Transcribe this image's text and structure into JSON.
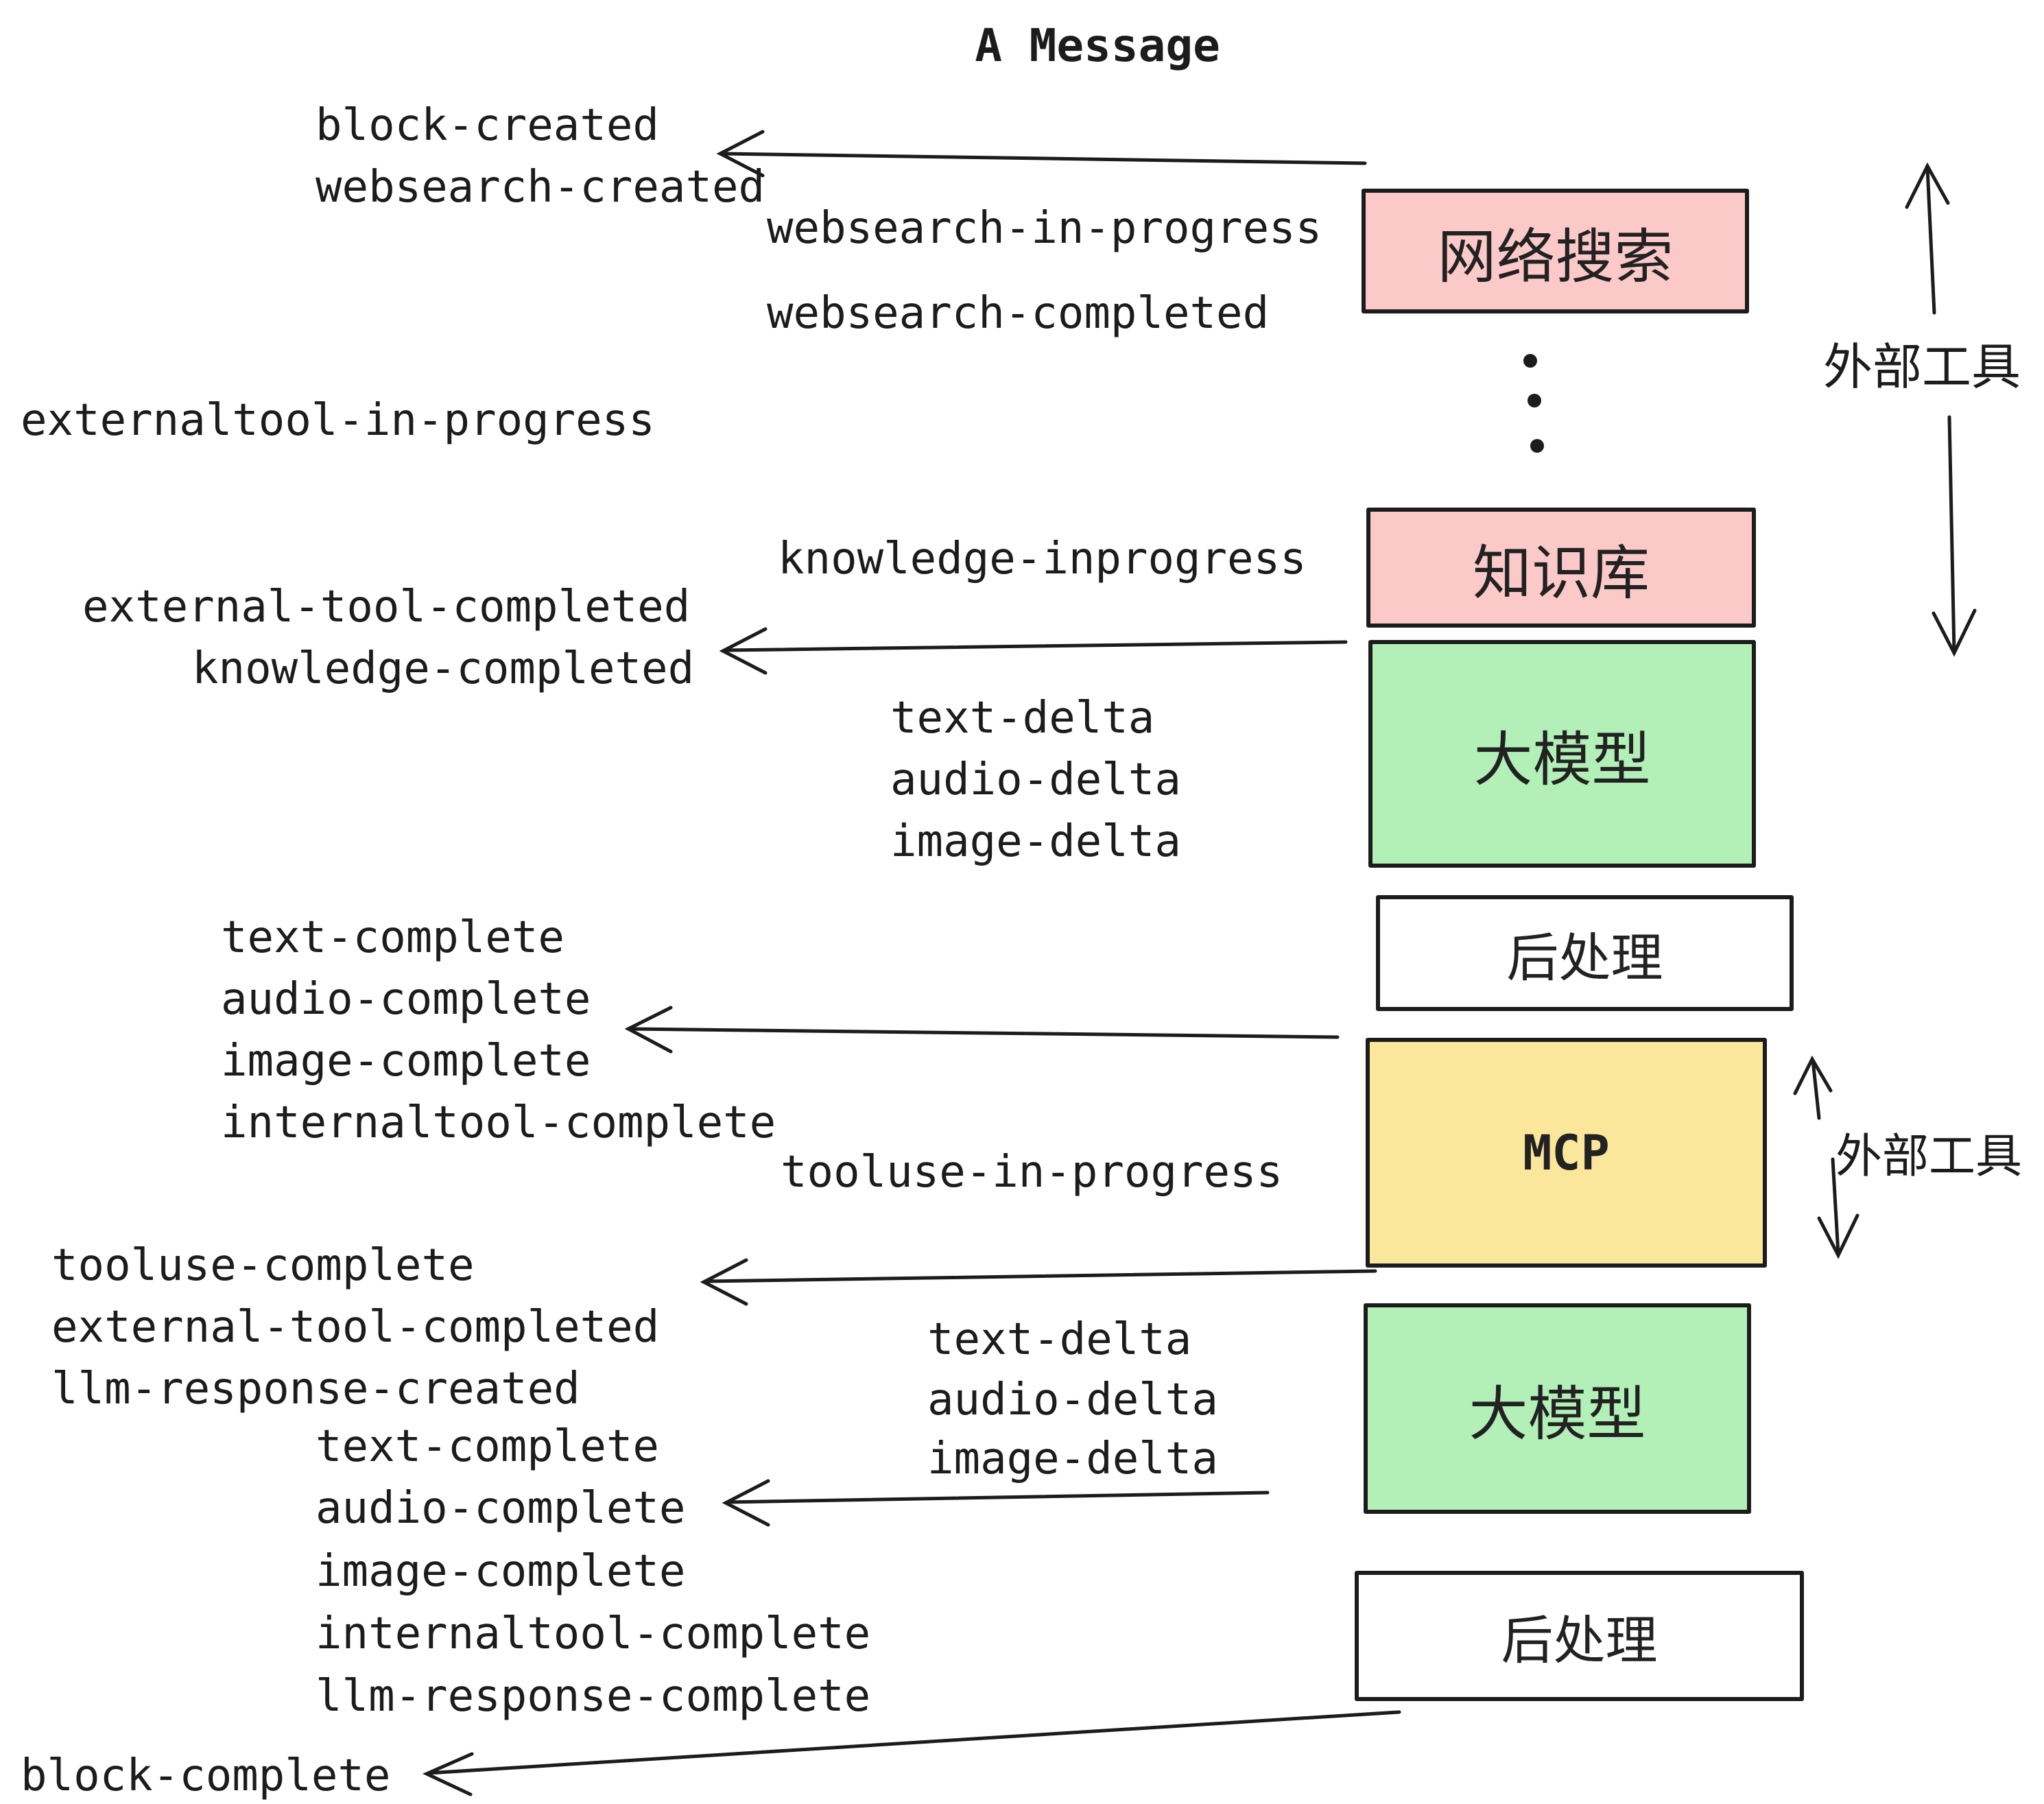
{
  "title": "A Message",
  "colors": {
    "ink": "#1c1c1c",
    "pink": "#FCC9C9",
    "green": "#B2F0B8",
    "yellow": "#FBE79B",
    "white": "#FFFFFF"
  },
  "boxes": [
    {
      "id": "websearch",
      "label": "网络搜索",
      "color": "#FCC9C9"
    },
    {
      "id": "knowledge",
      "label": "知识库",
      "color": "#FCC9C9"
    },
    {
      "id": "llm-1",
      "label": "大模型",
      "color": "#B2F0B8"
    },
    {
      "id": "postprocess-1",
      "label": "后处理",
      "color": "#FFFFFF"
    },
    {
      "id": "mcp",
      "label": "MCP",
      "color": "#FBE79B"
    },
    {
      "id": "llm-2",
      "label": "大模型",
      "color": "#B2F0B8"
    },
    {
      "id": "postprocess-2",
      "label": "后处理",
      "color": "#FFFFFF"
    }
  ],
  "side_labels": {
    "external_tools_top": "外部工具",
    "external_tools_mid": "外部工具"
  },
  "events": [
    {
      "text": "block-created"
    },
    {
      "text": "websearch-created"
    },
    {
      "text": "websearch-in-progress"
    },
    {
      "text": "websearch-completed"
    },
    {
      "text": "externaltool-in-progress"
    },
    {
      "text": "knowledge-inprogress"
    },
    {
      "text": "external-tool-completed"
    },
    {
      "text": "knowledge-completed"
    },
    {
      "text": "text-delta"
    },
    {
      "text": "audio-delta"
    },
    {
      "text": "image-delta"
    },
    {
      "text": "text-complete"
    },
    {
      "text": "audio-complete"
    },
    {
      "text": "image-complete"
    },
    {
      "text": "internaltool-complete"
    },
    {
      "text": "tooluse-in-progress"
    },
    {
      "text": "tooluse-complete"
    },
    {
      "text": "external-tool-completed"
    },
    {
      "text": "llm-response-created"
    },
    {
      "text": "text-delta"
    },
    {
      "text": "audio-delta"
    },
    {
      "text": "image-delta"
    },
    {
      "text": "text-complete"
    },
    {
      "text": "audio-complete"
    },
    {
      "text": "image-complete"
    },
    {
      "text": "internaltool-complete"
    },
    {
      "text": "llm-response-complete"
    },
    {
      "text": "block-complete"
    }
  ]
}
